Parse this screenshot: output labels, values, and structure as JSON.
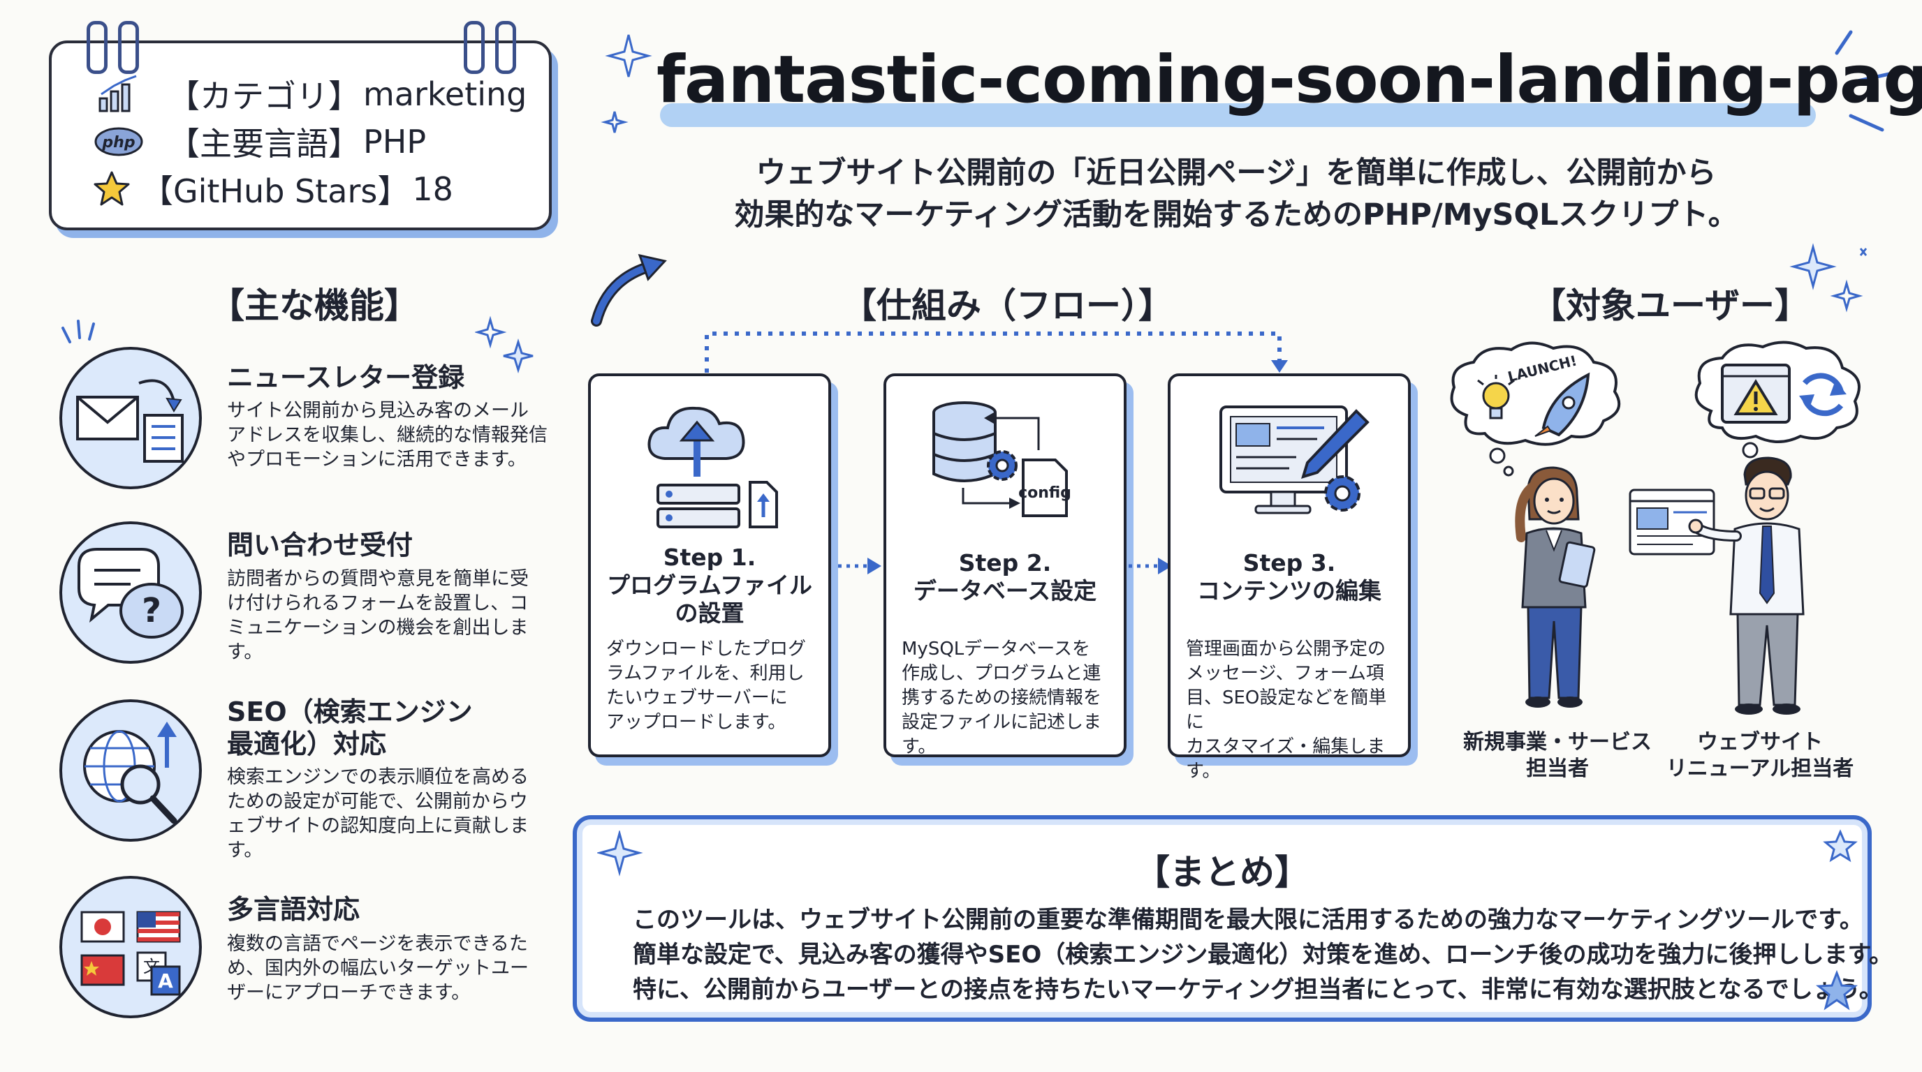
{
  "info": {
    "category_label": "【カテゴリ】",
    "category_value": "marketing",
    "language_label": "【主要言語】",
    "language_value": "PHP",
    "php_logo_text": "php",
    "stars_label": "【GitHub Stars】",
    "stars_value": "18"
  },
  "title": "fantastic-coming-soon-landing-page",
  "subtitle": [
    "ウェブサイト公開前の「近日公開ページ」を簡単に作成し、公開前から",
    "効果的なマーケティング活動を開始するためのPHP/MySQLスクリプト。"
  ],
  "features": {
    "heading": "【主な機能】",
    "items": [
      {
        "title": [
          "ニュースレター登録"
        ],
        "desc": [
          "サイト公開前から見込み客のメール",
          "アドレスを収集し、継続的な情報発信",
          "やプロモーションに活用できます。"
        ]
      },
      {
        "title": [
          "問い合わせ受付"
        ],
        "desc": [
          "訪問者からの質問や意見を簡単に受",
          "け付けられるフォームを設置し、コ",
          "ミュニケーションの機会を創出しま",
          "す。"
        ]
      },
      {
        "title": [
          "SEO（検索エンジン",
          "最適化）対応"
        ],
        "desc": [
          "検索エンジンでの表示順位を高める",
          "ための設定が可能で、公開前からウ",
          "ェブサイトの認知度向上に貢献しま",
          "す。"
        ]
      },
      {
        "title": [
          "多言語対応"
        ],
        "desc": [
          "複数の言語でページを表示できるた",
          "め、国内外の幅広いターゲットユー",
          "ザーにアプローチできます。"
        ]
      }
    ]
  },
  "flow": {
    "heading": "【仕組み（フロー）】",
    "steps": [
      {
        "title": [
          "Step 1.",
          "プログラムファイル",
          "の設置"
        ],
        "desc": [
          "ダウンロードしたプログ",
          "ラムファイルを、利用し",
          "たいウェブサーバーに",
          "アップロードします。"
        ]
      },
      {
        "title": [
          "Step 2.",
          "データベース設定"
        ],
        "desc": [
          "MySQLデータベースを",
          "作成し、プログラムと連",
          "携するための接続情報を",
          "設定ファイルに記述します。"
        ]
      },
      {
        "title": [
          "Step 3.",
          "コンテンツの編集"
        ],
        "desc": [
          "管理画面から公開予定の",
          "メッセージ、フォーム項",
          "目、SEO設定などを簡単に",
          "カスタマイズ・編集します。"
        ]
      }
    ],
    "config_label": "config"
  },
  "target": {
    "heading": "【対象ユーザー】",
    "launch_label": "LAUNCH!",
    "users": [
      {
        "label": [
          "新規事業・サービス",
          "担当者"
        ]
      },
      {
        "label": [
          "ウェブサイト",
          "リニューアル担当者"
        ]
      }
    ]
  },
  "summary": {
    "heading": "【まとめ】",
    "lines": [
      "このツールは、ウェブサイト公開前の重要な準備期間を最大限に活用するための強力なマーケティングツールです。",
      "簡単な設定で、見込み客の獲得やSEO（検索エンジン最適化）対策を進め、ローンチ後の成功を強力に後押しします。",
      "特に、公開前からユーザーとの接点を持ちたいマーケティング担当者にとって、非常に有効な選択肢となるでしょう。"
    ]
  },
  "colors": {
    "accent": "#3a68c9",
    "light_blue": "#dce9fb",
    "highlight": "#a9ccf3",
    "ink": "#1f2330",
    "shadow": "#9cbdf0"
  }
}
